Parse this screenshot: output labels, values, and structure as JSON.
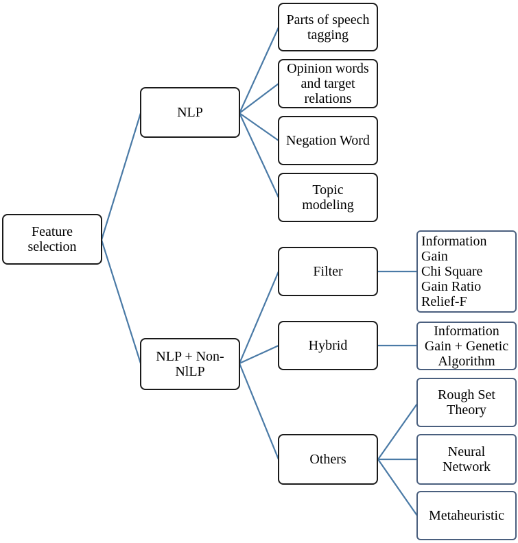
{
  "root": {
    "label": "Feature\nselection"
  },
  "branches": [
    {
      "label": "NLP",
      "children": [
        "Parts of speech\ntagging",
        "Opinion words\nand target\nrelations",
        "Negation Word",
        "Topic\nmodeling"
      ]
    },
    {
      "label": "NLP + Non-\nNlLP",
      "children": [
        {
          "label": "Filter",
          "detail": "Information\nGain\nChi Square\nGain Ratio\nRelief-F"
        },
        {
          "label": "Hybrid",
          "detail": "Information\nGain + Genetic\nAlgorithm"
        },
        {
          "label": "Others",
          "details": [
            "Rough Set\nTheory",
            "Neural\nNetwork",
            "Metaheuristic"
          ]
        }
      ]
    }
  ],
  "colors": {
    "edge": "#4a7aa6",
    "box_border": "#1a1a1a",
    "leaf_border": "#4a5f7e"
  }
}
